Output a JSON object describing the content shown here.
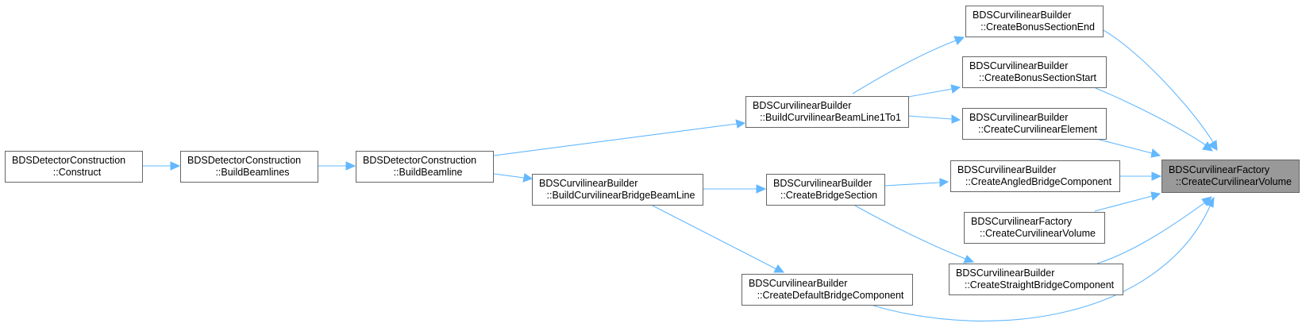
{
  "colors": {
    "edge": "#63b8ff",
    "node_border": "#666666",
    "node_fill": "#ffffff",
    "focus_fill": "#999999"
  },
  "nodes": {
    "n_focus": {
      "line1": "BDSCurvilinearFactory",
      "line2": "::CreateCurvilinearVolume"
    },
    "n_end": {
      "line1": "BDSCurvilinearBuilder",
      "line2": "::CreateBonusSectionEnd"
    },
    "n_start": {
      "line1": "BDSCurvilinearBuilder",
      "line2": "::CreateBonusSectionStart"
    },
    "n_elem": {
      "line1": "BDSCurvilinearBuilder",
      "line2": "::CreateCurvilinearElement"
    },
    "n_angled": {
      "line1": "BDSCurvilinearBuilder",
      "line2": "::CreateAngledBridgeComponent"
    },
    "n_factory": {
      "line1": "BDSCurvilinearFactory",
      "line2": "::CreateCurvilinearVolume"
    },
    "n_straight": {
      "line1": "BDSCurvilinearBuilder",
      "line2": "::CreateStraightBridgeComponent"
    },
    "n_1to1": {
      "line1": "BDSCurvilinearBuilder",
      "line2": "::BuildCurvilinearBeamLine1To1"
    },
    "n_bridge_sec": {
      "line1": "BDSCurvilinearBuilder",
      "line2": "::CreateBridgeSection"
    },
    "n_default": {
      "line1": "BDSCurvilinearBuilder",
      "line2": "::CreateDefaultBridgeComponent"
    },
    "n_bridge_bl": {
      "line1": "BDSCurvilinearBuilder",
      "line2": "::BuildCurvilinearBridgeBeamLine"
    },
    "n_beamline": {
      "line1": "BDSDetectorConstruction",
      "line2": "::BuildBeamline"
    },
    "n_beamlines": {
      "line1": "BDSDetectorConstruction",
      "line2": "::BuildBeamlines"
    },
    "n_construct": {
      "line1": "BDSDetectorConstruction",
      "line2": "::Construct"
    }
  }
}
